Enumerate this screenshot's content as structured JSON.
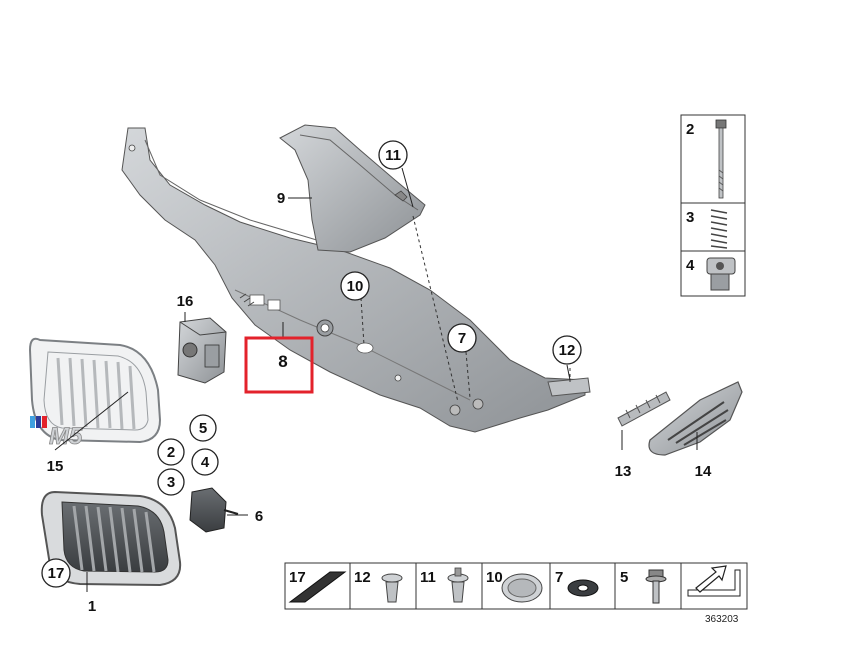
{
  "callouts": {
    "p1": "1",
    "p2": "2",
    "p3": "3",
    "p4": "4",
    "p5": "5",
    "p6": "6",
    "p7": "7",
    "p8": "8",
    "p9": "9",
    "p10": "10",
    "p11": "11",
    "p12": "12",
    "p13": "13",
    "p14": "14",
    "p15": "15",
    "p16": "16",
    "p17": "17"
  },
  "side_legend": [
    "2",
    "3",
    "4"
  ],
  "bottom_legend": [
    "17",
    "12",
    "11",
    "10",
    "7",
    "5"
  ],
  "badge_text": "M5",
  "diagram_number": "363203",
  "highlight_color": "#e3222b"
}
